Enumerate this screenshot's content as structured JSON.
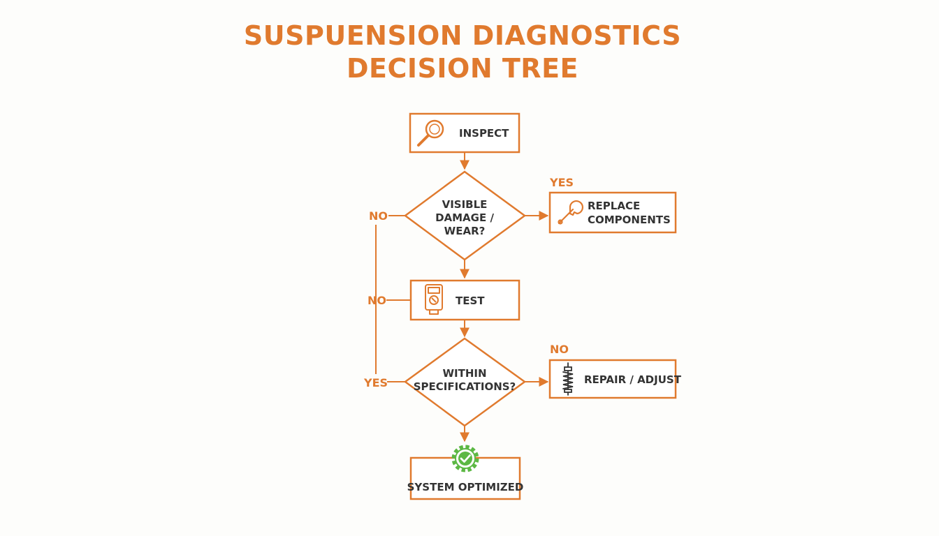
{
  "title": {
    "line1": "SUSPUENSION DIAGNOSTICS",
    "line2": "DECISION TREE"
  },
  "colors": {
    "accent": "#e07a2e",
    "text": "#333333",
    "success": "#5cb844",
    "background": "#fdfdfb"
  },
  "nodes": {
    "inspect": {
      "label": "INSPECT",
      "icon": "magnifier-icon"
    },
    "damage_decision": {
      "lines": [
        "VISIBLE",
        "DAMAGE /",
        "WEAR?"
      ]
    },
    "replace": {
      "lines": [
        "REPLACE",
        "COMPONENTS"
      ],
      "icon": "wrench-icon"
    },
    "test": {
      "label": "TEST",
      "icon": "multimeter-icon"
    },
    "spec_decision": {
      "lines": [
        "WITHIN",
        "SPECIFICATIONS?"
      ]
    },
    "repair": {
      "label": "REPAIR / ADJUST",
      "icon": "shock-absorber-icon"
    },
    "optimized": {
      "label": "SYSTEM OPTIMIZED",
      "icon": "gear-check-icon"
    }
  },
  "edge_labels": {
    "damage_yes": "YES",
    "damage_no": "NO",
    "test_no": "NO",
    "spec_no": "NO",
    "spec_yes": "YES"
  }
}
